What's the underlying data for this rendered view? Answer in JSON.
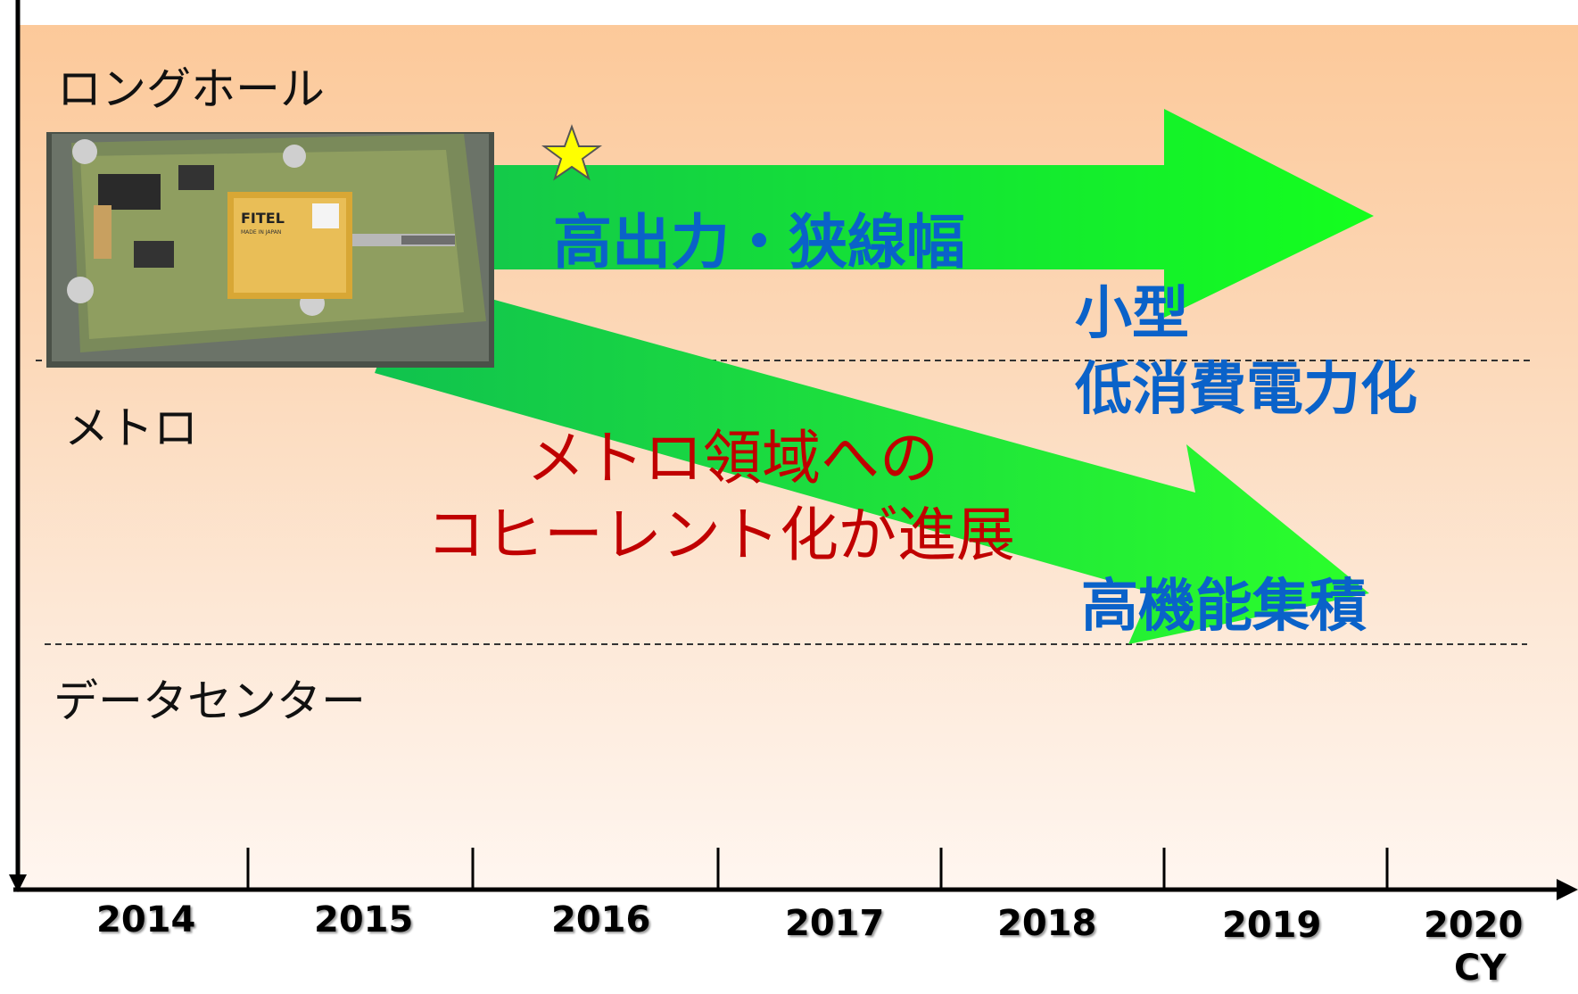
{
  "categories": {
    "long_haul": "ロングホール",
    "metro": "メトロ",
    "data_center": "データセンター"
  },
  "arrows": {
    "upper_label": "高出力・狭線幅",
    "mid_label_line1": "小型",
    "mid_label_line2": "低消費電力化",
    "lower_label": "高機能集積"
  },
  "annotation": {
    "line1": "メトロ領域への",
    "line2": "コヒーレント化が進展"
  },
  "module": {
    "brand": "FITEL",
    "fine_print": "MADE IN JAPAN"
  },
  "x_axis": {
    "years": [
      "2014",
      "2015",
      "2016",
      "2017",
      "2018",
      "2019",
      "2020"
    ],
    "unit": "CY"
  },
  "colors": {
    "arrow_green": "#1ef038",
    "label_blue": "#0a62c9",
    "annotation_red": "#c00000",
    "star_yellow": "#ffff00"
  }
}
